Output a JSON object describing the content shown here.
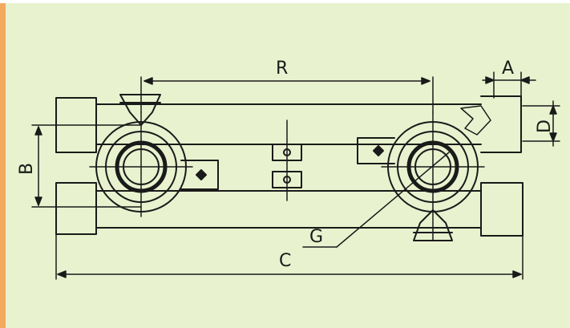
{
  "labels": {
    "R": "R",
    "A": "A",
    "B": "B",
    "C": "C",
    "D": "D",
    "G": "G"
  },
  "colors": {
    "background": "#e8f2cf",
    "left_border": "#f4a95f",
    "ink": "#1a1a1a"
  }
}
